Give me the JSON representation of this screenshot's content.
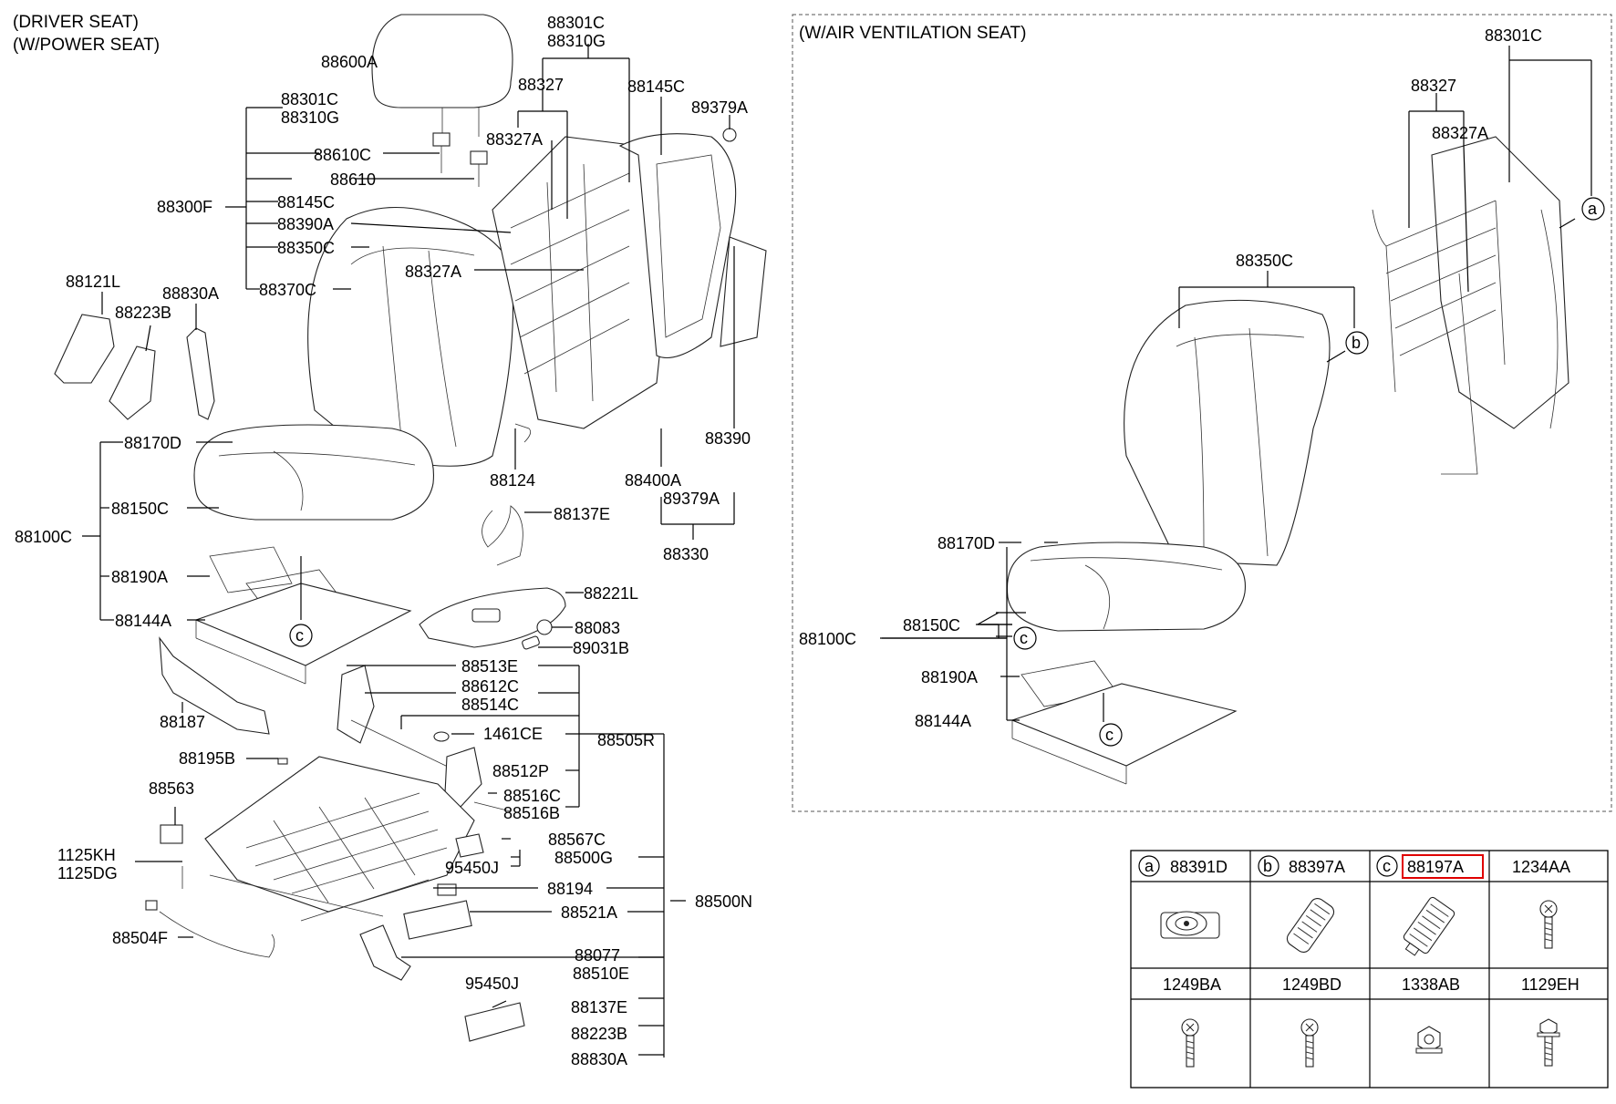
{
  "titles": {
    "driver_seat_line1": "(DRIVER SEAT)",
    "driver_seat_line2": "(W/POWER SEAT)",
    "ventilation": "(W/AIR VENTILATION SEAT)"
  },
  "labels": {
    "p88600A": "88600A",
    "p88301C_top": "88301C",
    "p88310G_top": "88310G",
    "p88327_top": "88327",
    "p88327A_top": "88327A",
    "p88145C_top": "88145C",
    "p89379A_top": "89379A",
    "p88301C_l": "88301C",
    "p88310G_l": "88310G",
    "p88610C": "88610C",
    "p88610": "88610",
    "p88300F": "88300F",
    "p88145C_l": "88145C",
    "p88390A": "88390A",
    "p88350C_l": "88350C",
    "p88370C": "88370C",
    "p88121L": "88121L",
    "p88223B": "88223B",
    "p88830A": "88830A",
    "p88327A_mid": "88327A",
    "p88390": "88390",
    "p88170D": "88170D",
    "p88124": "88124",
    "p88400A": "88400A",
    "p89379A_mid": "89379A",
    "p88150C": "88150C",
    "p88137E": "88137E",
    "p88100C": "88100C",
    "p88330": "88330",
    "p88190A": "88190A",
    "p88221L": "88221L",
    "p88144A": "88144A",
    "p88083": "88083",
    "p89031B": "89031B",
    "p88513E": "88513E",
    "p88612C": "88612C",
    "p88514C": "88514C",
    "p88187": "88187",
    "p1461CE": "1461CE",
    "p88505R": "88505R",
    "p88195B": "88195B",
    "p88512P": "88512P",
    "p88563": "88563",
    "p88516C": "88516C",
    "p88516B": "88516B",
    "p88567C": "88567C",
    "p1125KH": "1125KH",
    "p1125DG": "1125DG",
    "p95450J_a": "95450J",
    "p88500G": "88500G",
    "p88194": "88194",
    "p88500N": "88500N",
    "p88521A": "88521A",
    "p88504F": "88504F",
    "p88077": "88077",
    "p88510E": "88510E",
    "p95450J_b": "95450J",
    "p88137E_b": "88137E",
    "p88223B_b": "88223B",
    "p88830A_b": "88830A",
    "callout_c": "c",
    "v88301C": "88301C",
    "v88327": "88327",
    "v88327A": "88327A",
    "v88350C": "88350C",
    "v88170D": "88170D",
    "v88100C": "88100C",
    "v88150C": "88150C",
    "v88190A": "88190A",
    "v88144A": "88144A",
    "v_a": "a",
    "v_b": "b",
    "v_c1": "c",
    "v_c2": "c"
  },
  "table": {
    "row1": [
      {
        "key": "a",
        "part": "88391D"
      },
      {
        "key": "b",
        "part": "88397A"
      },
      {
        "key": "c",
        "part": "88197A",
        "highlighted": true
      },
      {
        "key": "",
        "part": "1234AA"
      }
    ],
    "row2": [
      {
        "key": "",
        "part": "1249BA"
      },
      {
        "key": "",
        "part": "1249BD"
      },
      {
        "key": "",
        "part": "1338AB"
      },
      {
        "key": "",
        "part": "1129EH"
      }
    ],
    "highlight_color": "#e00000"
  }
}
